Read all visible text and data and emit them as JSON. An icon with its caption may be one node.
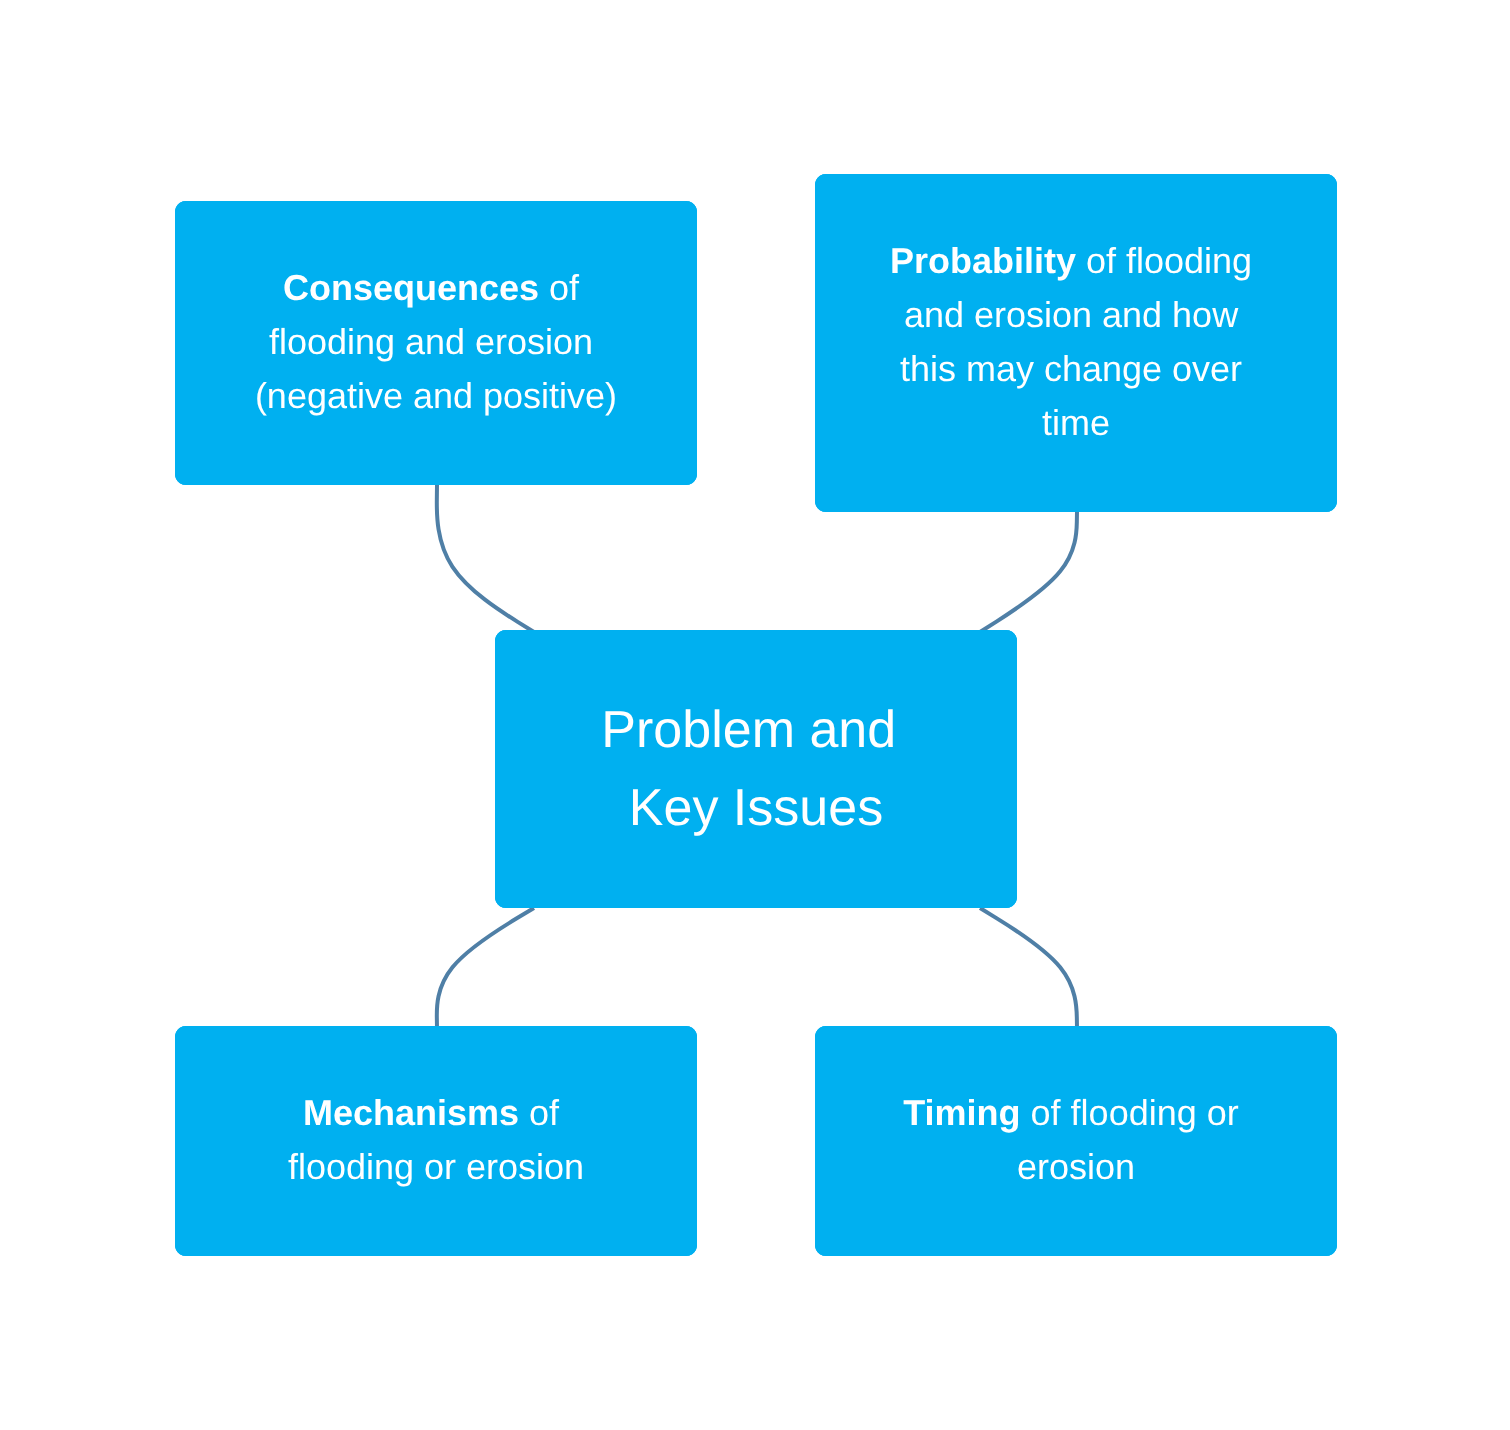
{
  "diagram": {
    "nodes": [
      {
        "text": [
          "**Consequences** of flooding and erosion (negative and positive)"
        ]
      },
      {
        "text": [
          "**Probability** of flooding and erosion and how this may change over time"
        ]
      },
      {
        "text": [
          "Problem and Key Issues"
        ]
      },
      {
        "text": [
          "**Mechanisms** of flooding or erosion"
        ]
      },
      {
        "text": [
          "**Timing** of flooding or erosion"
        ]
      }
    ],
    "edges": [
      {
        "from": 0,
        "to": 2,
        "arrow": "none"
      },
      {
        "from": 1,
        "to": 2,
        "arrow": "none"
      },
      {
        "from": 2,
        "to": 3,
        "arrow": "none"
      },
      {
        "from": 2,
        "to": 4,
        "arrow": "none"
      }
    ]
  }
}
